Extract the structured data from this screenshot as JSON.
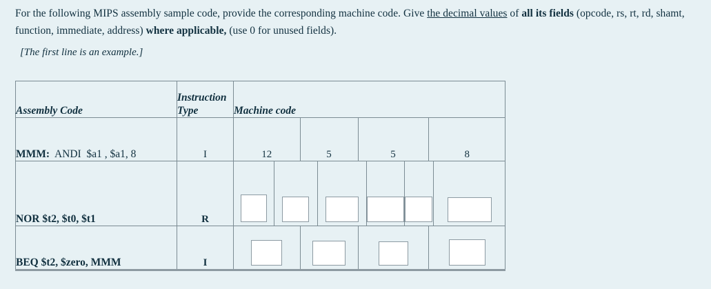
{
  "prompt": {
    "line1_part1": "For the following MIPS assembly sample code, provide the corresponding machine code. Give ",
    "line1_underline": "the decimal values",
    "line1_part2": " of ",
    "line1_bold": "all its fields",
    "line1_part3": " (opcode, rs, rt, rd, shamt, function, immediate, address) ",
    "line1_bold2": "where applicable,",
    "line1_part4": " (use 0 for unused fields).",
    "note": "[The first line is an example.]"
  },
  "table": {
    "headers": {
      "assembly": "Assembly Code",
      "instruction_type": "Instruction Type",
      "machine_code": "Machine code"
    },
    "rows": [
      {
        "id": "example",
        "assembly_label": "MMM:",
        "assembly_op": "ANDI",
        "assembly_args": "$a1 , $a1, 8",
        "assembly_full": "MMM:  ANDI  $a1 , $a1, 8",
        "instruction_type": "I",
        "type_bold": false,
        "field_count": 4,
        "fields": [
          "12",
          "5",
          "5",
          "8"
        ],
        "filled": true
      },
      {
        "id": "nor",
        "assembly_full": "NOR $t2, $t0, $t1",
        "instruction_type": "R",
        "type_bold": true,
        "field_count": 6,
        "fields": [
          "",
          "",
          "",
          "",
          "",
          ""
        ],
        "filled": false
      },
      {
        "id": "beq",
        "assembly_full": "BEQ $t2, $zero, MMM",
        "instruction_type": "I",
        "type_bold": true,
        "field_count": 4,
        "fields": [
          "",
          "",
          "",
          ""
        ],
        "filled": false
      }
    ]
  },
  "colors": {
    "page_background": "#e7f1f4",
    "text": "#11303f",
    "border": "#7b8b93",
    "input_background": "#ffffff",
    "input_border": "#8c9aa2"
  }
}
